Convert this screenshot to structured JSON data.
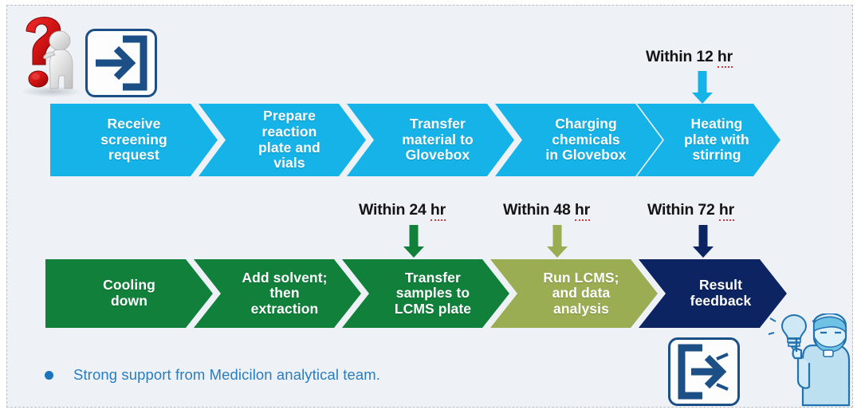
{
  "slide": {
    "background": "#eef2f6",
    "colors": {
      "cyan": "#16b3e8",
      "green": "#11803b",
      "olive": "#9aad52",
      "navy": "#0d2462",
      "bullet_blue": "#2a7cc1",
      "icon_blue": "#1b4f86",
      "caption_black": "#141414",
      "spell_red": "#d0383f"
    }
  },
  "top_row": {
    "steps": [
      {
        "label": "Receive\nscreening\nrequest",
        "lines": [
          "Receive",
          "screening",
          "request"
        ],
        "color": "#16b3e8"
      },
      {
        "label": "Prepare\nreaction\nplate and\nvials",
        "lines": [
          "Prepare",
          "reaction",
          "plate and",
          "vials"
        ],
        "color": "#16b3e8"
      },
      {
        "label": "Transfer\nmaterial to\nGlovebox",
        "lines": [
          "Transfer",
          "material to",
          "Glovebox"
        ],
        "color": "#16b3e8"
      },
      {
        "label": "Charging\nchemicals\nin Glovebox",
        "lines": [
          "Charging",
          "chemicals",
          "in Glovebox"
        ],
        "color": "#16b3e8"
      },
      {
        "label": "Heating\nplate with\nstirring",
        "lines": [
          "Heating",
          "plate with",
          "stirring"
        ],
        "color": "#16b3e8"
      }
    ]
  },
  "bottom_row": {
    "steps": [
      {
        "label": "Cooling\ndown",
        "lines": [
          "Cooling",
          "down"
        ],
        "color": "#11803b"
      },
      {
        "label": "Add solvent;\nthen\nextraction",
        "lines": [
          "Add solvent;",
          "then",
          "extraction"
        ],
        "color": "#11803b"
      },
      {
        "label": "Transfer\nsamples to\nLCMS plate",
        "lines": [
          "Transfer",
          "samples to",
          "LCMS plate"
        ],
        "color": "#11803b"
      },
      {
        "label": "Run LCMS;\nand data\nanalysis",
        "lines": [
          "Run LCMS;",
          "and data",
          "analysis"
        ],
        "color": "#9aad52"
      },
      {
        "label": "Result\nfeedback",
        "lines": [
          "Result",
          "feedback"
        ],
        "color": "#0d2462"
      }
    ]
  },
  "timings": [
    {
      "prefix": "Within 12",
      "unit": "hr",
      "full": "Within 12 hr",
      "arrow_color": "#16b3e8"
    },
    {
      "prefix": "Within 24",
      "unit": "hr",
      "full": "Within 24 hr",
      "arrow_color": "#11803b"
    },
    {
      "prefix": "Within 48",
      "unit": "hr",
      "full": "Within 48 hr",
      "arrow_color": "#9aad52"
    },
    {
      "prefix": "Within 72",
      "unit": "hr",
      "full": "Within 72 hr",
      "arrow_color": "#0d2462"
    }
  ],
  "note": {
    "text": "Strong support from Medicilon analytical team."
  },
  "decorations": {
    "question_figure": "question-mark-figure",
    "enter_icon_top": "enter-arrow-icon",
    "exit_icon_bottom": "exit-arrow-icon",
    "scientist": "scientist-idea-illustration",
    "lightbulb": "lightbulb-icon"
  }
}
